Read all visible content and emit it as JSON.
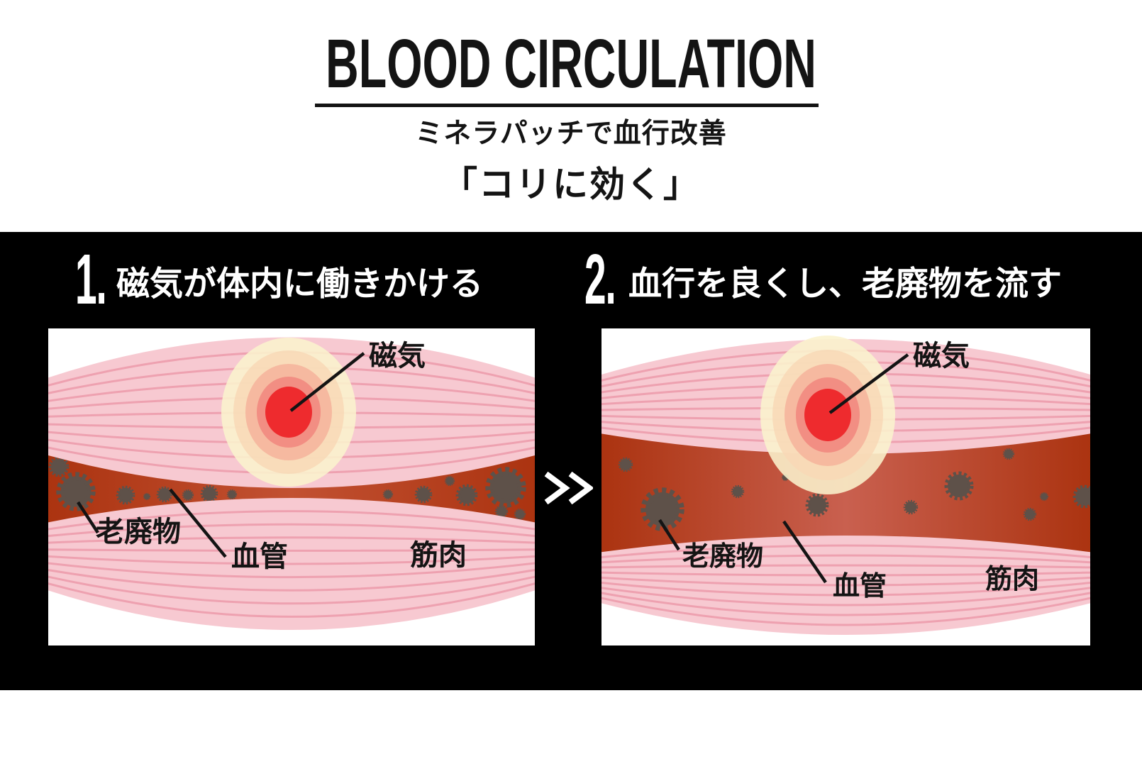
{
  "header": {
    "title": "BLOOD CIRCULATION",
    "subtitle": "ミネラパッチで血行改善",
    "catchphrase": "「コリに効く」"
  },
  "comparison": {
    "arrow_symbol": "≫",
    "panels": [
      {
        "number": "1.",
        "heading": "磁気が体内に働きかける",
        "labels": {
          "magnet": "磁気",
          "waste": "老廃物",
          "vessel": "血管",
          "muscle": "筋肉"
        },
        "waste_particles": [
          [
            15,
            195,
            14
          ],
          [
            39,
            230,
            27
          ],
          [
            17,
            282,
            6
          ],
          [
            109,
            235,
            13
          ],
          [
            139,
            237,
            5
          ],
          [
            164,
            234,
            11
          ],
          [
            197,
            235,
            8
          ],
          [
            227,
            233,
            12
          ],
          [
            259,
            234,
            7
          ],
          [
            479,
            234,
            7
          ],
          [
            529,
            234,
            12
          ],
          [
            566,
            215,
            7
          ],
          [
            590,
            235,
            15
          ],
          [
            645,
            224,
            28
          ],
          [
            639,
            258,
            9
          ],
          [
            665,
            262,
            8
          ]
        ]
      },
      {
        "number": "2.",
        "heading": "血行を良くし、老廃物を流す",
        "labels": {
          "magnet": "磁気",
          "waste": "老廃物",
          "vessel": "血管",
          "muscle": "筋肉"
        },
        "waste_particles": [
          [
            34,
            192,
            10
          ],
          [
            86,
            255,
            30
          ],
          [
            192,
            230,
            9
          ],
          [
            259,
            210,
            5
          ],
          [
            304,
            249,
            16
          ],
          [
            436,
            252,
            10
          ],
          [
            504,
            222,
            20
          ],
          [
            574,
            177,
            8
          ],
          [
            604,
            262,
            9
          ],
          [
            624,
            237,
            6
          ],
          [
            681,
            237,
            16
          ]
        ]
      }
    ]
  },
  "colors": {
    "page_bg": "#ffffff",
    "panel_bg": "#000000",
    "panel_heading_text": "#ffffff",
    "text": "#141414",
    "muscle": "#f7c9d1",
    "muscle_stripe": "#eb97a7",
    "vessel_edge": "#ab3310",
    "vessel_mid1": "#c25132",
    "vessel_mid2": "#c9604f",
    "waste": "#5e5149",
    "glow_ring1": "#fbf2cd",
    "glow_ring2": "#f8d8b6",
    "glow_ring3": "#f6b39b",
    "glow_ring4": "#f28a7f",
    "magnet_red": "#ee2b2e"
  }
}
